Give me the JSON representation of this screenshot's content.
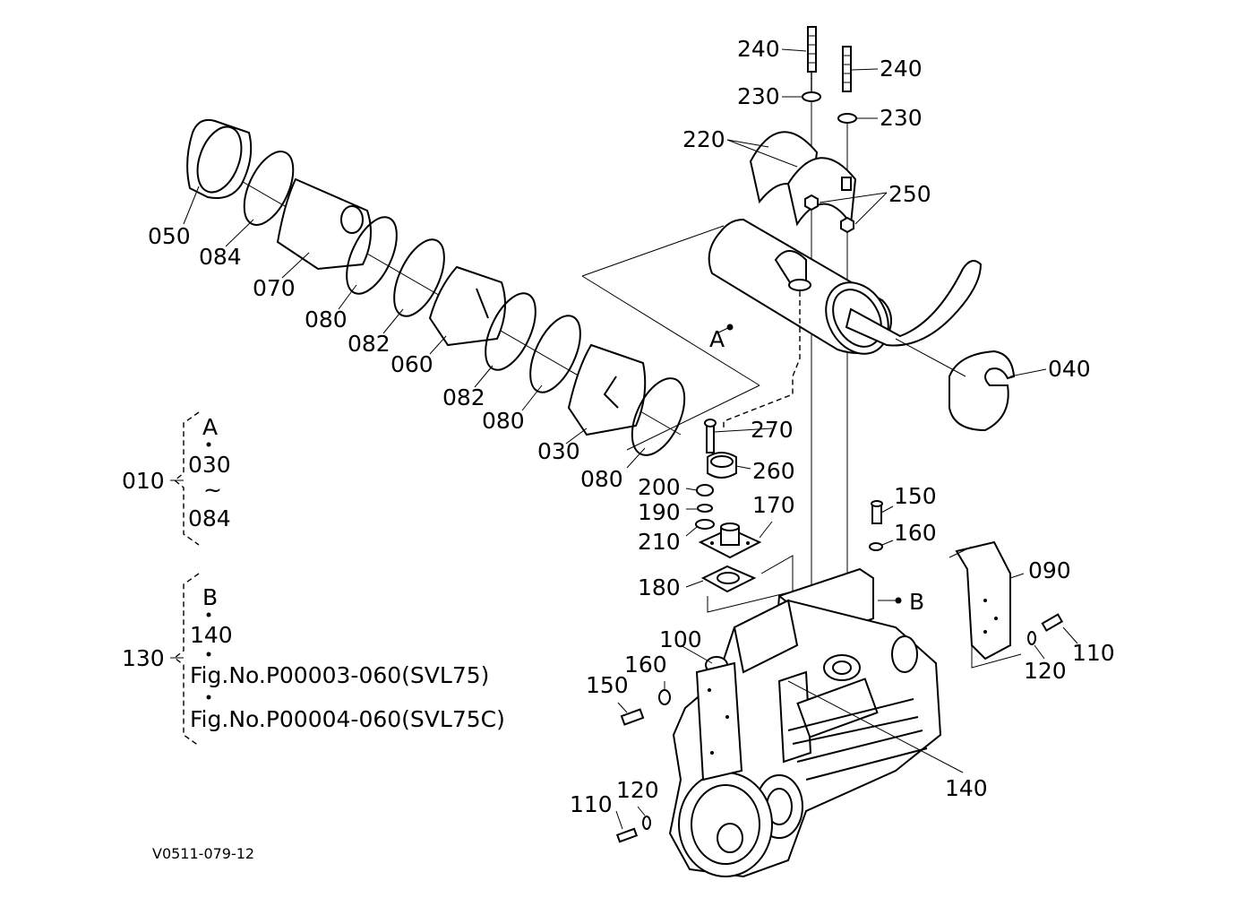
{
  "drawing_id": "V0511-079-12",
  "callouts": {
    "c240a": "240",
    "c240b": "240",
    "c230a": "230",
    "c230b": "230",
    "c220": "220",
    "c250": "250",
    "c050": "050",
    "c084": "084",
    "c070": "070",
    "c080a": "080",
    "c082a": "082",
    "c060": "060",
    "c082b": "082",
    "c080b": "080",
    "c030": "030",
    "c080c": "080",
    "cA": "A",
    "c040": "040",
    "c270": "270",
    "c260": "260",
    "c200": "200",
    "c190": "190",
    "c210": "210",
    "c170": "170",
    "c180": "180",
    "c150a": "150",
    "c160a": "160",
    "c090": "090",
    "cB": "B",
    "c100": "100",
    "c160b": "160",
    "c150b": "150",
    "c110a": "110",
    "c120a": "120",
    "c140": "140",
    "c110b": "110",
    "c120b": "120"
  },
  "group_010": {
    "number": "010",
    "items": [
      "A",
      "030",
      "084"
    ],
    "range_symbol": "~"
  },
  "group_130": {
    "number": "130",
    "items": [
      "B",
      "140",
      "Fig.No.P00003-060(SVL75)",
      "Fig.No.P00004-060(SVL75C)"
    ]
  }
}
